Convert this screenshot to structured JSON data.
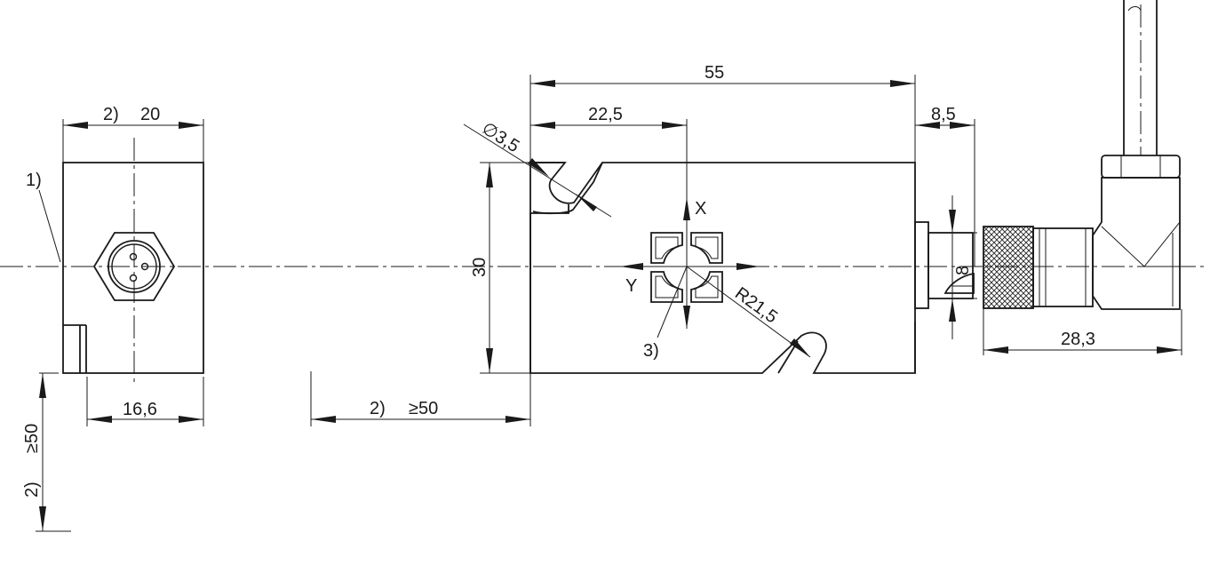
{
  "labels": {
    "note_1": "1)",
    "note_2_width": "2)",
    "width_20": "20",
    "width_16_6": "16,6",
    "note_2_horizontal": "2)",
    "min_50_horizontal": "≥50",
    "note_2_vertical": "2)",
    "min_50_vertical": "≥50",
    "length_55": "55",
    "length_22_5": "22,5",
    "diameter_3_5": "∅3,5",
    "height_30": "30",
    "axis_x": "X",
    "axis_y": "Y",
    "radius_21_5": "R21,5",
    "note_3": "3)",
    "offset_8_5": "8,5",
    "connector_8": "8",
    "connector_28_3": "28,3"
  }
}
